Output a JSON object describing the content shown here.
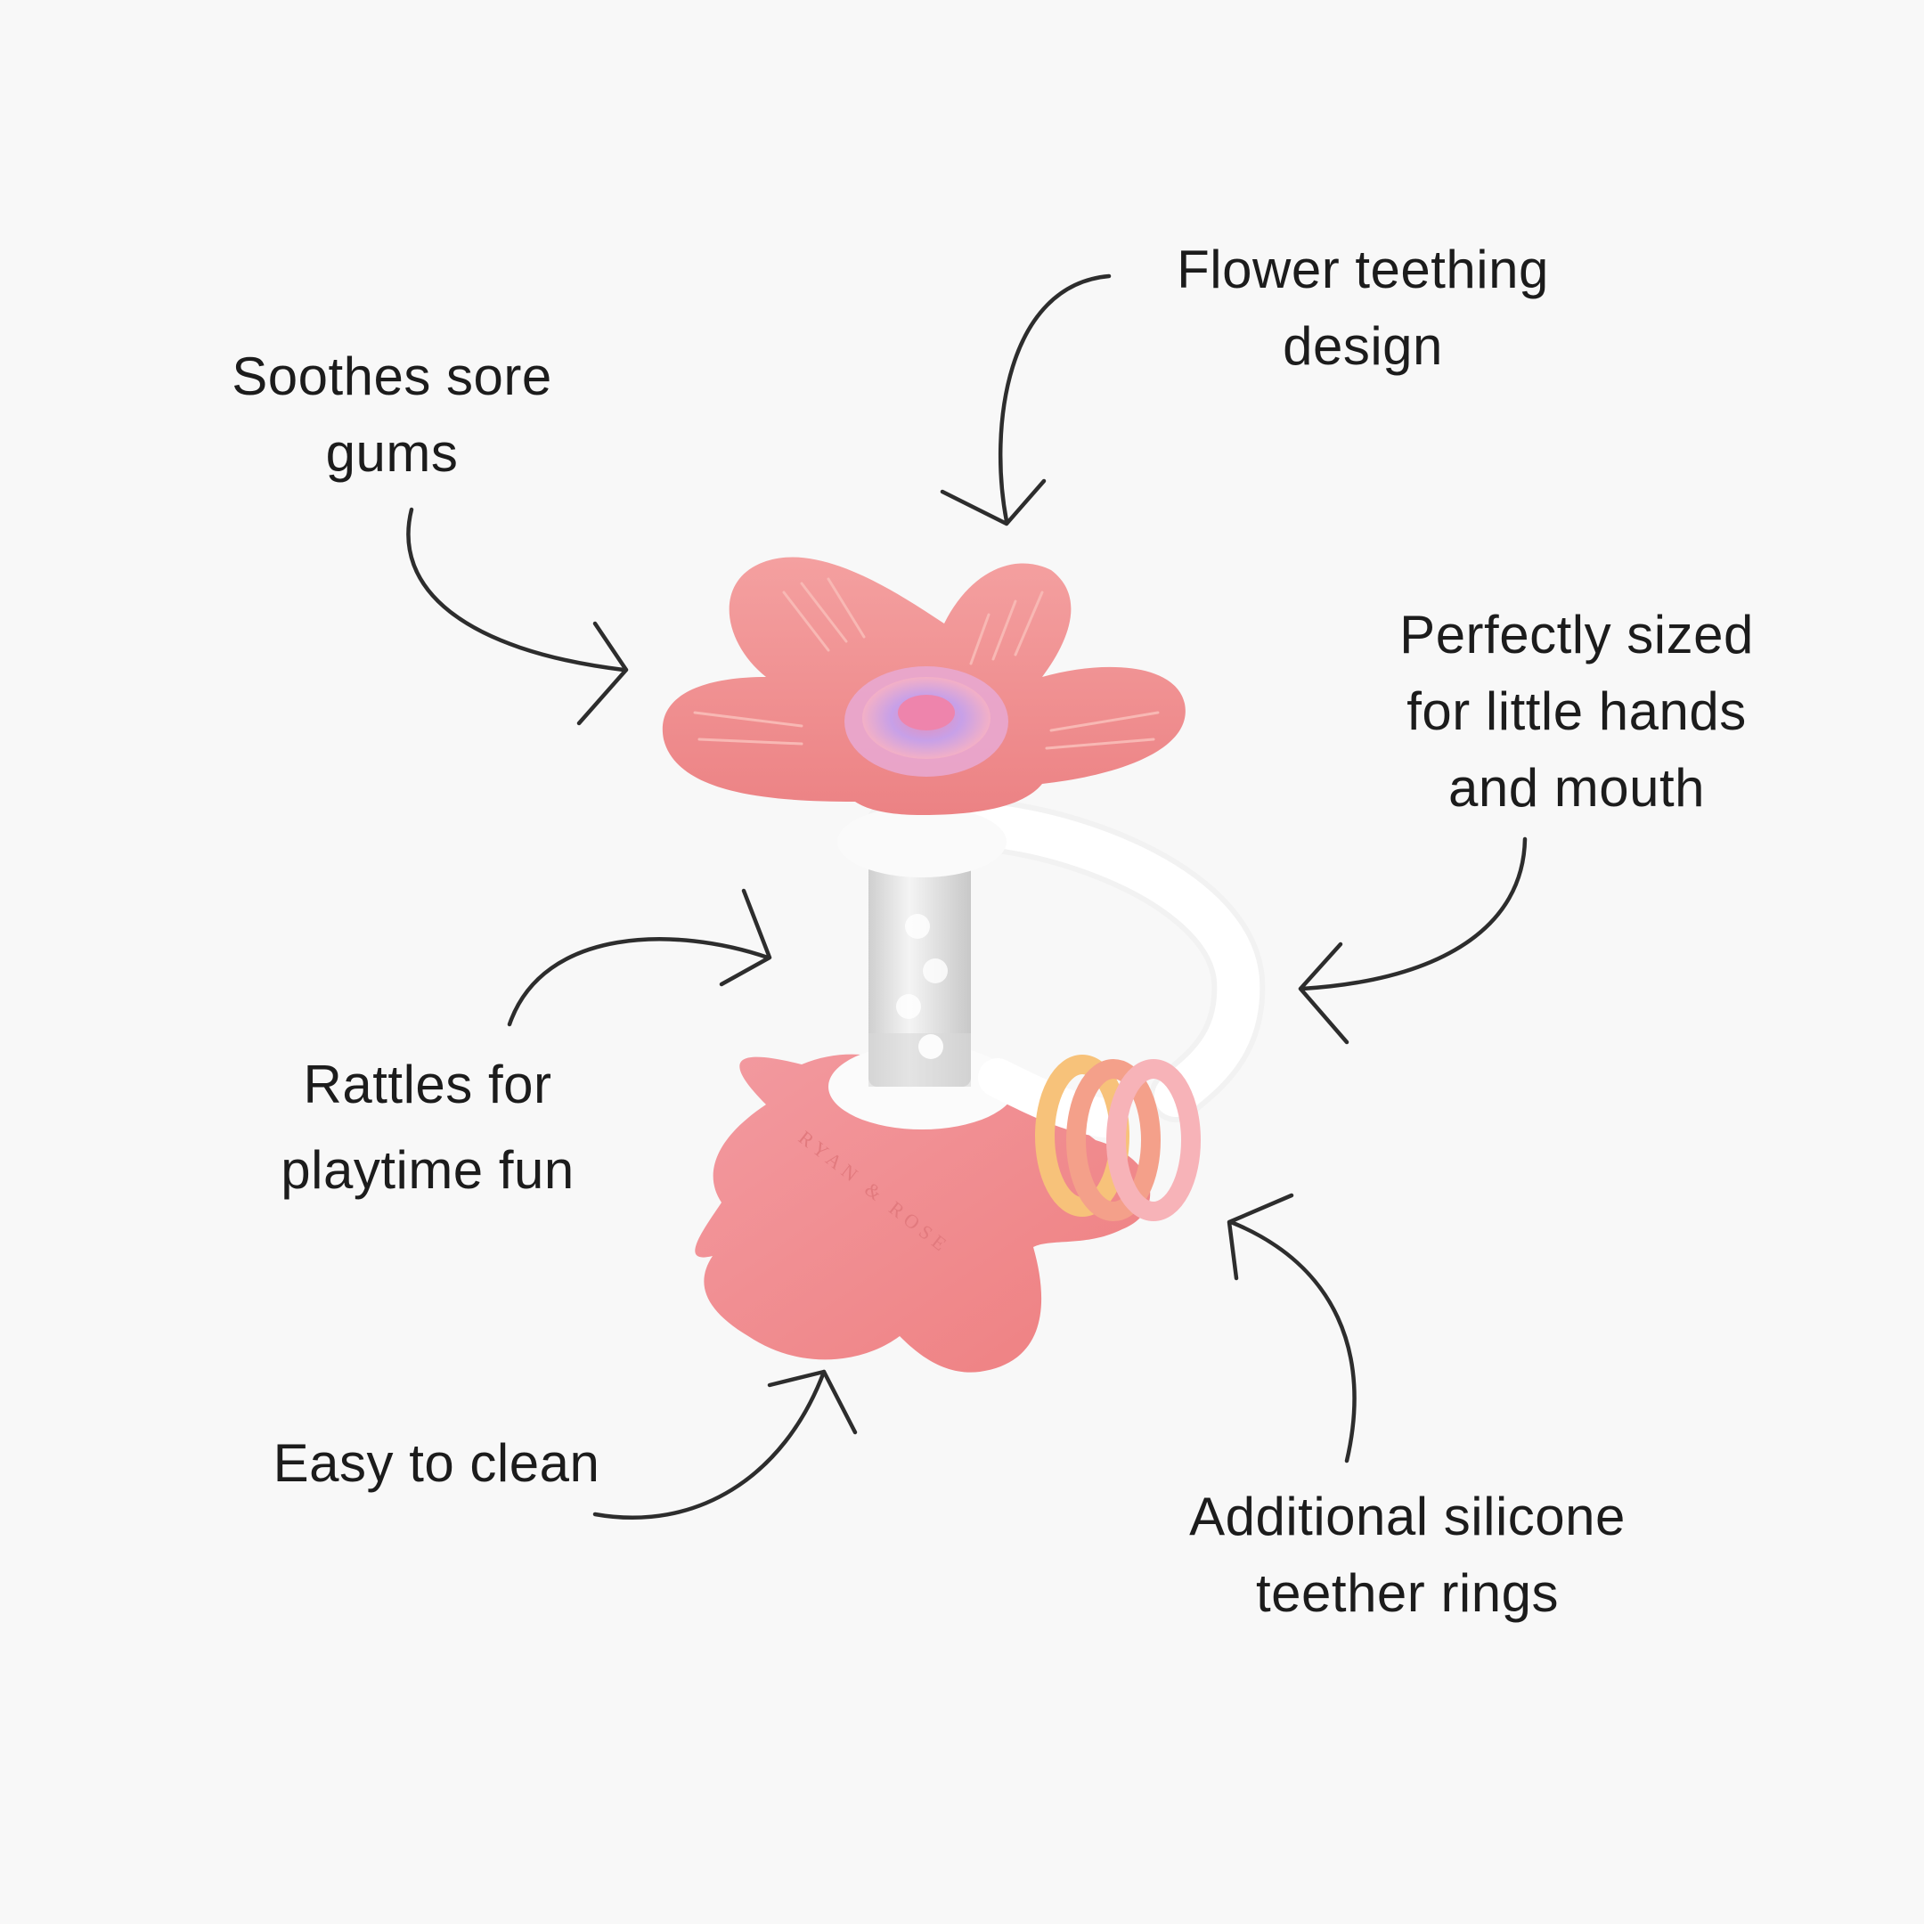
{
  "callouts": {
    "soothes": {
      "line1": "Soothes sore",
      "line2": "gums"
    },
    "flower": {
      "line1": "Flower teething",
      "line2": "design"
    },
    "perfect": {
      "line1": "Perfectly sized",
      "line2": "for little hands",
      "line3": "and mouth"
    },
    "rattles": {
      "line1": "Rattles for",
      "line2": "playtime fun"
    },
    "easy": {
      "line1": "Easy to clean"
    },
    "rings": {
      "line1": "Additional silicone",
      "line2": "teether rings"
    }
  },
  "product": {
    "brand_mark": "RYAN & ROSE",
    "petal_color": "#f08a8c",
    "handle_color": "#ffffff",
    "ring_colors": [
      "#f7c27a",
      "#f4a08a",
      "#f7b3b8"
    ]
  }
}
